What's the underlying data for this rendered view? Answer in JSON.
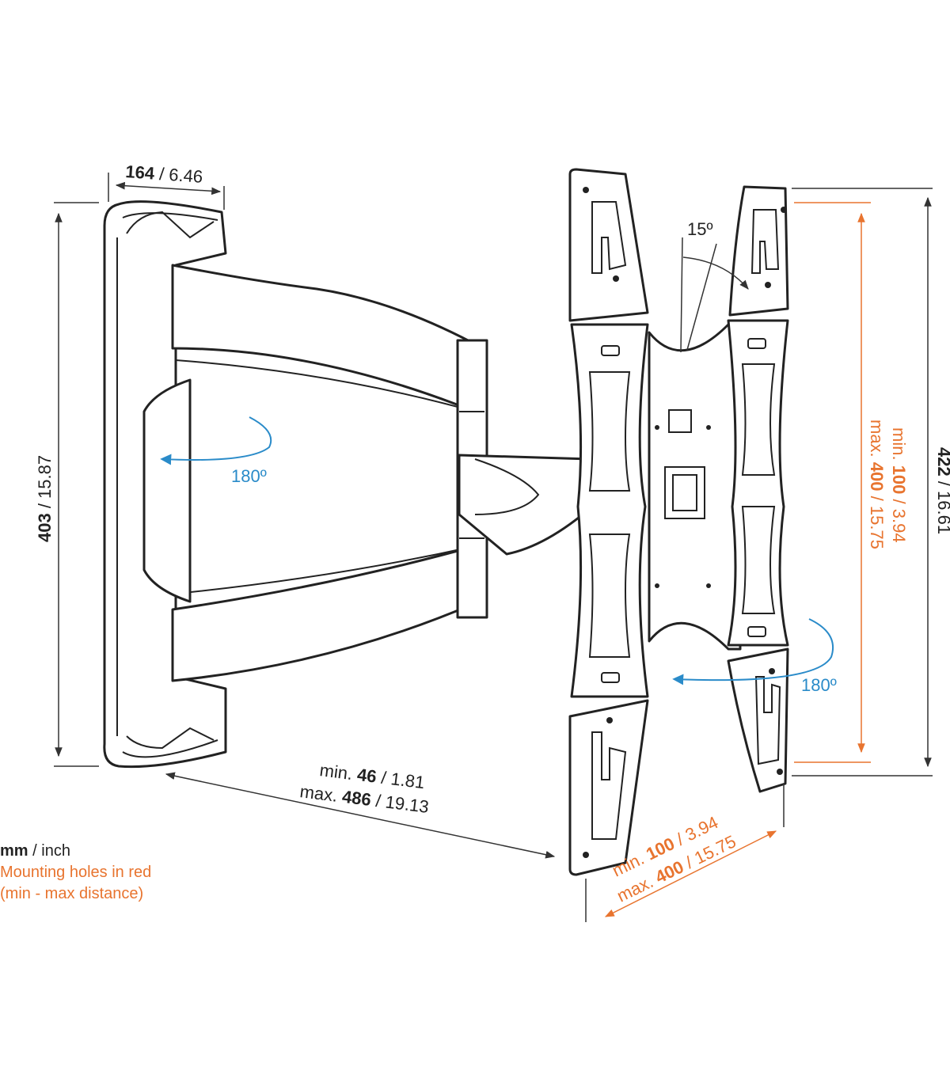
{
  "depth_dim": {
    "bold": "164",
    "rest": " / 6.46"
  },
  "height_dim": {
    "bold": "403",
    "rest": " / 15.87"
  },
  "total_height_dim": {
    "bold": "422",
    "rest": " / 16.61"
  },
  "extension_dim": {
    "min_prefix": "min. ",
    "min_bold": "46",
    "min_rest": " / 1.81",
    "max_prefix": "max. ",
    "max_bold": "486",
    "max_rest": " / 19.13"
  },
  "vesa_vertical": {
    "min_prefix": "min. ",
    "min_bold": "100",
    "min_rest": " / 3.94",
    "max_prefix": "max. ",
    "max_bold": "400",
    "max_rest": " / 15.75"
  },
  "vesa_horizontal": {
    "min_prefix": "min. ",
    "min_bold": "100",
    "min_rest": " / 3.94",
    "max_prefix": "max. ",
    "max_bold": "400",
    "max_rest": " / 15.75"
  },
  "tilt_angle": "15º",
  "swivel_arm": "180º",
  "swivel_plate": "180º",
  "legend": {
    "unit_bold": "mm",
    "unit_rest": " / inch",
    "line2": "Mounting holes in red",
    "line3": "(min - max distance)"
  },
  "colors": {
    "dimension": "#222222",
    "mounting_holes": "#e8742f",
    "rotation": "#2a8bc9"
  }
}
